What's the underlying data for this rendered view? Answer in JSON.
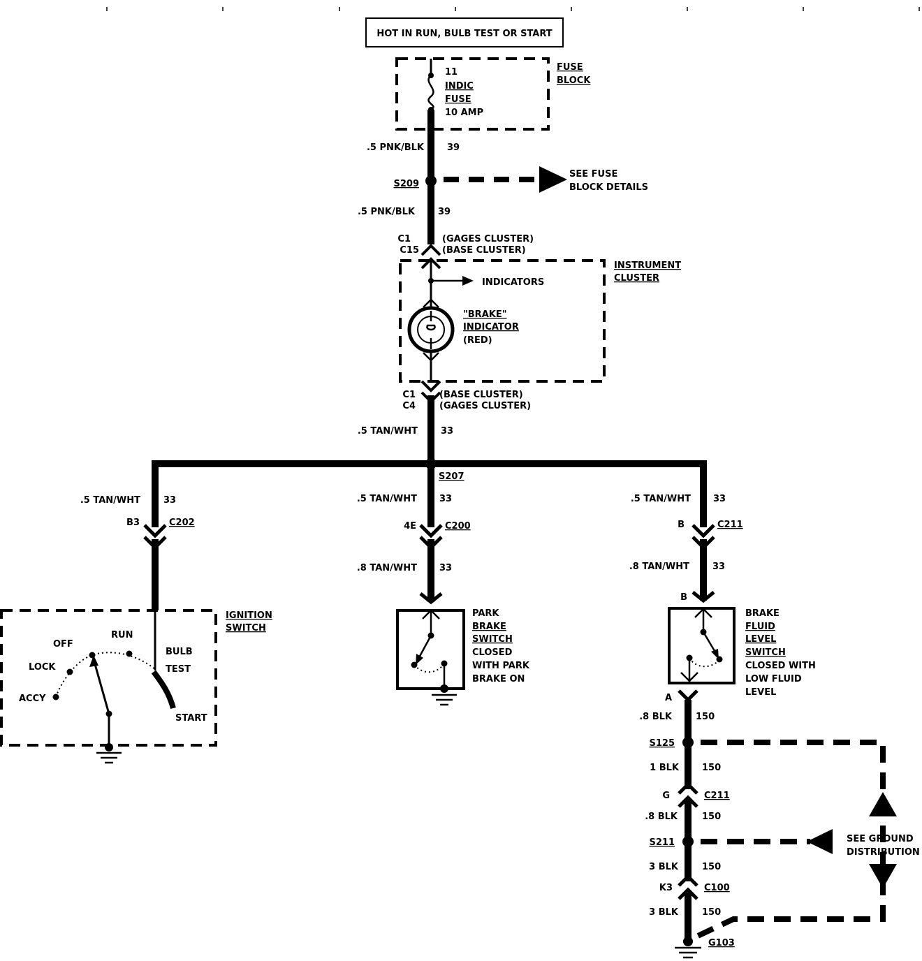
{
  "power": {
    "box_label": "HOT IN RUN, BULB TEST OR START"
  },
  "fuse": {
    "number": "11",
    "name1": "INDIC",
    "name2": "FUSE",
    "rating": "10 AMP",
    "block1": "FUSE",
    "block2": "BLOCK"
  },
  "wires": {
    "w1_size": ".5 PNK/BLK",
    "w1_circuit": "39",
    "w2_size": ".5 PNK/BLK",
    "w2_circuit": "39",
    "w3_size": ".5 TAN/WHT",
    "w3_circuit": "33",
    "left_size": ".5 TAN/WHT",
    "left_circuit": "33",
    "mid_size": ".5 TAN/WHT",
    "mid_circuit": "33",
    "mid2_size": ".8 TAN/WHT",
    "mid2_circuit": "33",
    "right_size": ".5 TAN/WHT",
    "right_circuit": "33",
    "right2_size": ".8 TAN/WHT",
    "right2_circuit": "33",
    "g1_size": ".8 BLK",
    "g1_circuit": "150",
    "g2_size": "1 BLK",
    "g2_circuit": "150",
    "g3_size": ".8 BLK",
    "g3_circuit": "150",
    "g4_size": "3 BLK",
    "g4_circuit": "150",
    "g5_size": "3 BLK",
    "g5_circuit": "150"
  },
  "splices": {
    "s209": "S209",
    "s207": "S207",
    "s125": "S125",
    "s211": "S211",
    "g103": "G103"
  },
  "fuse_details": {
    "line1": "SEE FUSE",
    "line2": "BLOCK DETAILS"
  },
  "cluster": {
    "top_c1": "C1",
    "top_c15": "C15",
    "top_gages": "(GAGES CLUSTER)",
    "top_base": "(BASE CLUSTER)",
    "title1": "INSTRUMENT",
    "title2": "CLUSTER",
    "indicators": "INDICATORS",
    "brake1": "\"BRAKE\"",
    "brake2": "INDICATOR",
    "brake3": "(RED)",
    "bot_c1": "C1",
    "bot_c4": "C4",
    "bot_base": "(BASE CLUSTER)",
    "bot_gages": "(GAGES CLUSTER)"
  },
  "connectors": {
    "b3": "B3",
    "c202": "C202",
    "e4": "4E",
    "c200": "C200",
    "b": "B",
    "c211": "C211",
    "b_lower": "B",
    "a": "A",
    "g": "G",
    "c211b": "C211",
    "k3": "K3",
    "c100": "C100"
  },
  "ignition": {
    "title1": "IGNITION",
    "title2": "SWITCH",
    "off": "OFF",
    "run": "RUN",
    "lock": "LOCK",
    "accy": "ACCY",
    "bulb": "BULB",
    "test": "TEST",
    "start": "START"
  },
  "park": {
    "l1": "PARK",
    "l2": "BRAKE",
    "l3": "SWITCH",
    "l4": "CLOSED",
    "l5": "WITH PARK",
    "l6": "BRAKE ON"
  },
  "fluid": {
    "l1": "BRAKE",
    "l2": "FLUID",
    "l3": "LEVEL",
    "l4": "SWITCH",
    "l5": "CLOSED WITH",
    "l6": "LOW FLUID",
    "l7": "LEVEL"
  },
  "ground_dist": {
    "line1": "SEE GROUND",
    "line2": "DISTRIBUTION"
  }
}
